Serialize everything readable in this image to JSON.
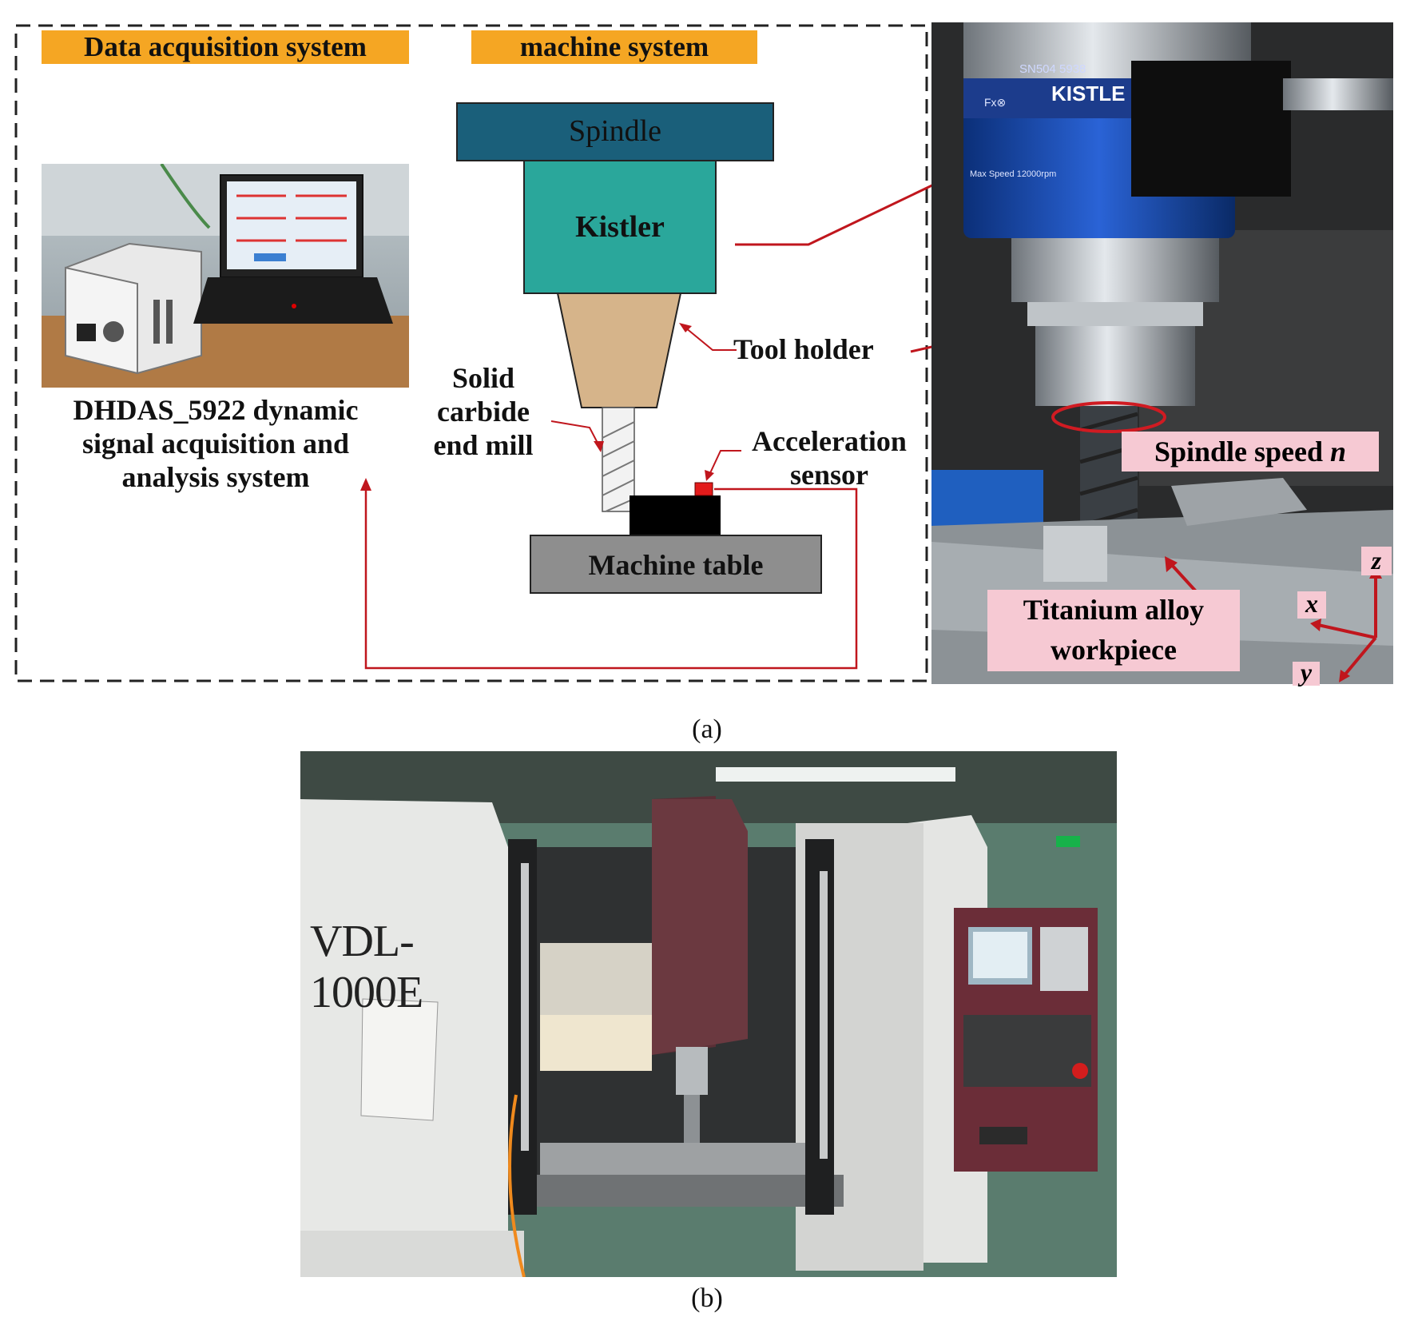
{
  "panel_a": {
    "headers": {
      "data_acquisition": "Data acquisition system",
      "machine_system": "machine system"
    },
    "daq_caption_lines": [
      "DHDAS_5922 dynamic",
      "signal acquisition and",
      "analysis system"
    ],
    "blocks": {
      "spindle": "Spindle",
      "kistler": "Kistler",
      "machine_table": "Machine table"
    },
    "labels": {
      "end_mill_lines": [
        "Solid",
        "carbide",
        "end mill"
      ],
      "tool_holder": "Tool holder",
      "acceleration_sensor_lines": [
        "Acceleration",
        "sensor"
      ]
    },
    "photo": {
      "kistler_brand": "KISTLE",
      "serial_text": "SN504 5938",
      "fx_text": "Fx⊗",
      "max_speed_text": "Max Speed 12000rpm",
      "spindle_speed_label": "Spindle speed",
      "spindle_speed_symbol": "n",
      "workpiece_lines": [
        "Titanium alloy",
        "workpiece"
      ],
      "axes": {
        "x": "x",
        "y": "y",
        "z": "z"
      }
    },
    "caption": "(a)"
  },
  "panel_b": {
    "machine_model": "VDL-1000E",
    "caption": "(b)"
  },
  "colors": {
    "header_orange": "#f5a623",
    "spindle_blue": "#1a5f7a",
    "kistler_teal": "#2aa79b",
    "holder_tan": "#d6b48a",
    "table_gray": "#8e8e8e",
    "arrow_red": "#c0161d",
    "label_pink": "#f6c9d3",
    "sensor_red": "#e31b1b"
  }
}
